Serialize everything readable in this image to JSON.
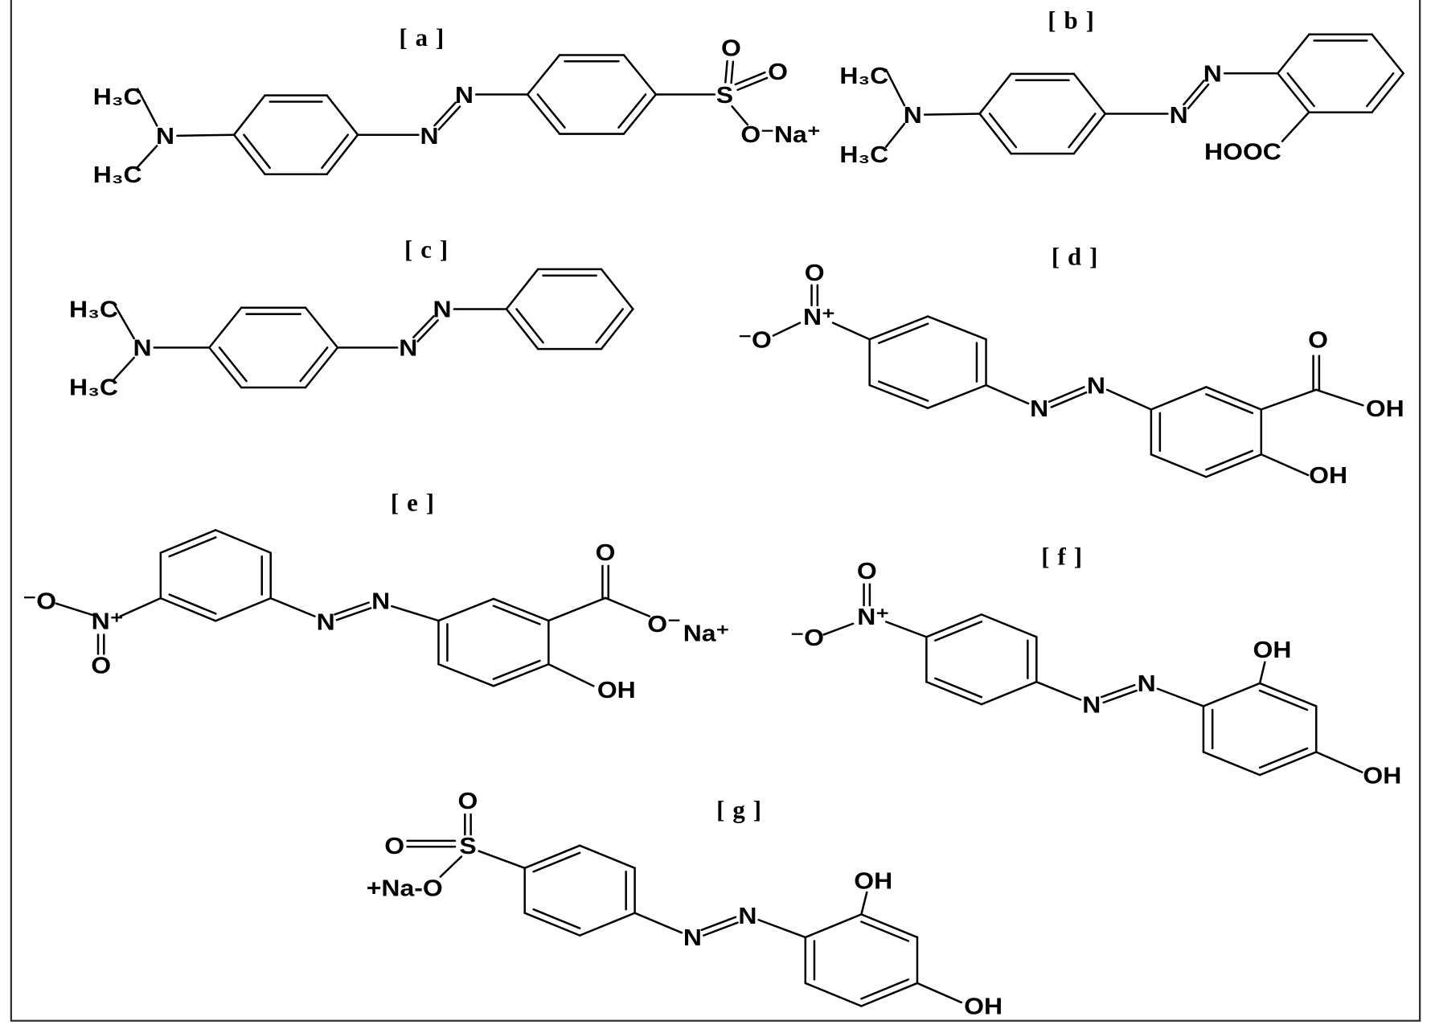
{
  "colors": {
    "ink": "#000000",
    "background": "#ffffff"
  },
  "structures": [
    {
      "label": "[ a ]",
      "atoms": [
        "H₃C",
        "H₃C",
        "N",
        "N",
        "N",
        "S",
        "O",
        "O",
        "O⁻Na⁺"
      ]
    },
    {
      "label": "[ b ]",
      "atoms": [
        "H₃C",
        "H₃C",
        "N",
        "N",
        "N",
        "HOOC"
      ]
    },
    {
      "label": "[ c ]",
      "atoms": [
        "H₃C",
        "H₃C",
        "N",
        "N",
        "N"
      ]
    },
    {
      "label": "[ d ]",
      "atoms": [
        "O",
        "N⁺",
        "⁻O",
        "N",
        "N",
        "O",
        "OH",
        "OH"
      ]
    },
    {
      "label": "[ e ]",
      "atoms": [
        "⁻O",
        "N⁺",
        "O",
        "N",
        "N",
        "O",
        "O⁻",
        "Na⁺",
        "OH"
      ]
    },
    {
      "label": "[ f ]",
      "atoms": [
        "O",
        "N⁺",
        "⁻O",
        "N",
        "N",
        "OH",
        "OH"
      ]
    },
    {
      "label": "[ g ]",
      "atoms": [
        "O",
        "O",
        "S",
        "+Na-O",
        "N",
        "N",
        "OH",
        "OH"
      ]
    }
  ]
}
